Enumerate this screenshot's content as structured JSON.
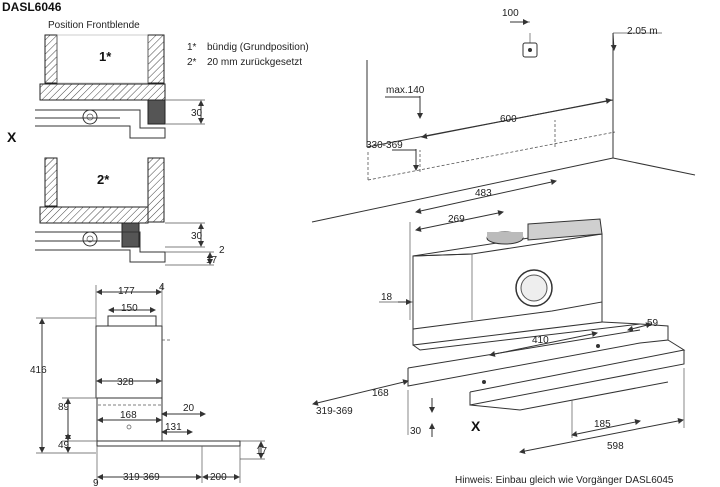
{
  "model": "DASL6046",
  "front_panel": {
    "title": "Position Frontblende",
    "legend": [
      {
        "key": "1*",
        "text": "bündig (Grundposition)"
      },
      {
        "key": "2*",
        "text": "20 mm zurückgesetzt"
      }
    ],
    "marks": {
      "pos1": "1*",
      "pos2": "2*",
      "x_left": "X",
      "x_main": "X"
    }
  },
  "dims_detail": {
    "d30a": "30",
    "d30b": "30",
    "d2": "2",
    "d17a": "17"
  },
  "dims_side": {
    "w177": "177",
    "w4": "4",
    "w150": "150",
    "h416": "416",
    "w328": "328",
    "h89": "89",
    "w168": "168",
    "w20": "20",
    "w131": "131",
    "h49": "49",
    "h17": "17",
    "w319_369": "319-369",
    "w200": "200",
    "w9": "9"
  },
  "dims_iso": {
    "d100": "100",
    "d205": "2.05 m",
    "dmax140": "max.140",
    "d600": "600",
    "d330_369": "330-369",
    "d483": "483",
    "d269": "269",
    "d18": "18",
    "d410": "410",
    "d59": "59",
    "d168": "168",
    "d319_369": "319-369",
    "d30": "30",
    "d185": "185",
    "d598": "598"
  },
  "note": "Hinweis: Einbau gleich wie Vorgänger DASL6045"
}
